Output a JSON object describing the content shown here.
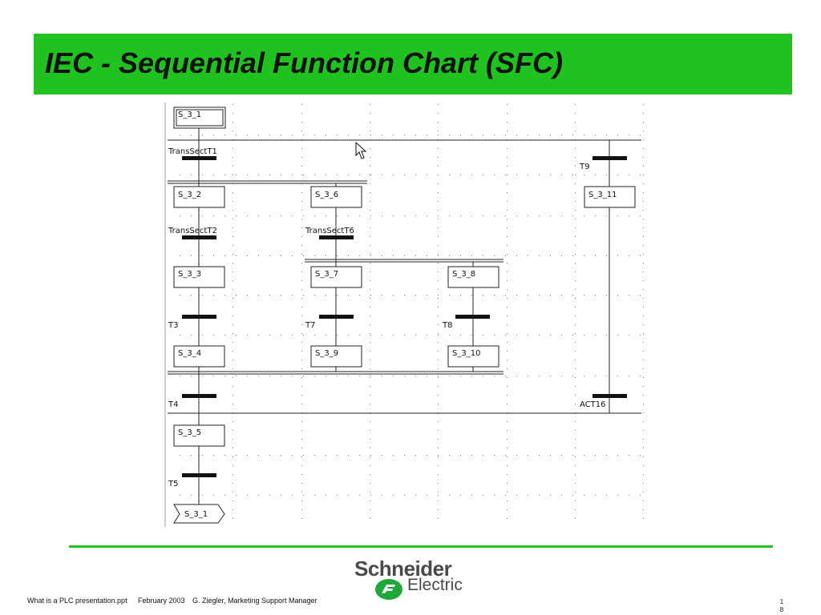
{
  "slide": {
    "title": "IEC - Sequential Function Chart (SFC)"
  },
  "sfc": {
    "steps": [
      {
        "id": "s_3_1",
        "label": "S_3_1"
      },
      {
        "id": "s_3_2",
        "label": "S_3_2"
      },
      {
        "id": "s_3_3",
        "label": "S_3_3"
      },
      {
        "id": "s_3_4",
        "label": "S_3_4"
      },
      {
        "id": "s_3_5",
        "label": "S_3_5"
      },
      {
        "id": "s_3_6",
        "label": "S_3_6"
      },
      {
        "id": "s_3_7",
        "label": "S_3_7"
      },
      {
        "id": "s_3_8",
        "label": "S_3_8"
      },
      {
        "id": "s_3_9",
        "label": "S_3_9"
      },
      {
        "id": "s_3_10",
        "label": "S_3_10"
      },
      {
        "id": "s_3_11",
        "label": "S_3_11"
      }
    ],
    "transitions": [
      {
        "id": "t1",
        "label": "TransSectT1"
      },
      {
        "id": "t2",
        "label": "TransSectT2"
      },
      {
        "id": "t6",
        "label": "TransSectT6"
      },
      {
        "id": "t3",
        "label": "T3"
      },
      {
        "id": "t7",
        "label": "T7"
      },
      {
        "id": "t8",
        "label": "T8"
      },
      {
        "id": "t4",
        "label": "T4"
      },
      {
        "id": "t5",
        "label": "T5"
      },
      {
        "id": "t9",
        "label": "T9"
      },
      {
        "id": "act16",
        "label": "ACT16"
      }
    ],
    "jump": {
      "label": "S_3_1"
    }
  },
  "logo": {
    "line1": "Schneider",
    "line2": "Electric",
    "color": "#4a4a4a",
    "mark_color": "#1fa83a"
  },
  "footer": {
    "file": "What is a PLC presentation.ppt",
    "date": "February 2003",
    "author": "G. Ziegler, Marketing Support Manager",
    "page_line1": "1",
    "page_line2": "8"
  },
  "colors": {
    "title_bar": "#1fc21f",
    "rule": "#1fc21f"
  }
}
